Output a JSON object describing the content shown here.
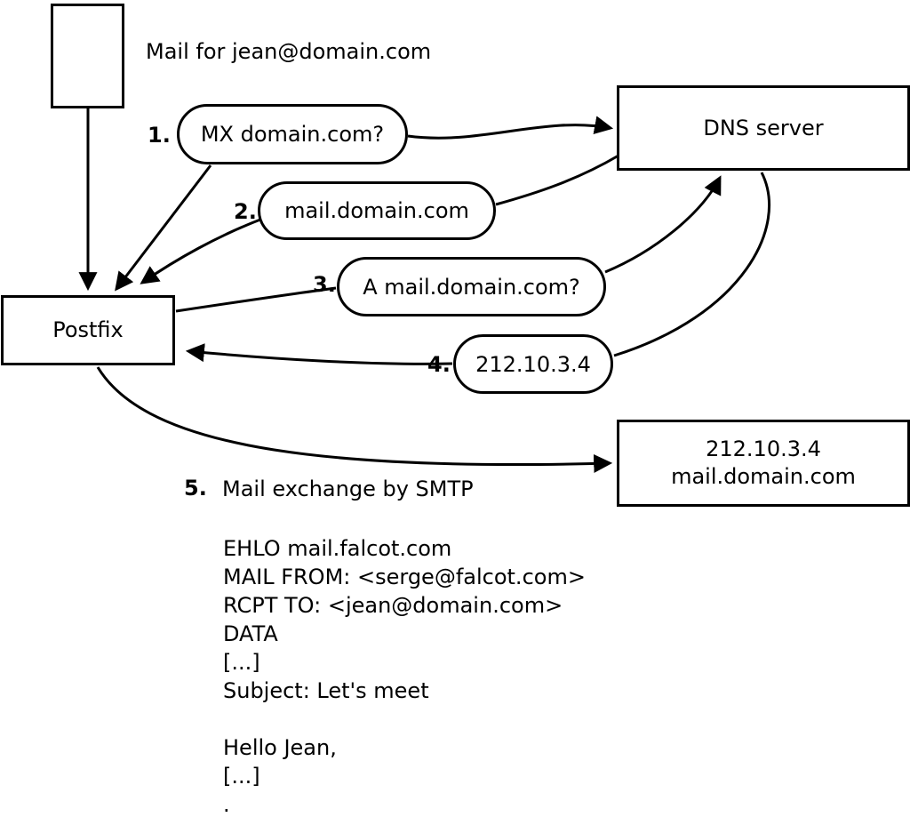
{
  "colors": {
    "line": "#000000",
    "background": "#ffffff"
  },
  "diagram": {
    "mail_note": "Mail for jean@domain.com",
    "postfix_label": "Postfix",
    "dns_label": "DNS server",
    "mail_server": {
      "line1": "212.10.3.4",
      "line2": "mail.domain.com"
    },
    "steps": [
      {
        "num": "1.",
        "label": "MX domain.com?"
      },
      {
        "num": "2.",
        "label": "mail.domain.com"
      },
      {
        "num": "3.",
        "label": "A mail.domain.com?"
      },
      {
        "num": "4.",
        "label": "212.10.3.4"
      }
    ],
    "step5": {
      "num": "5.",
      "label": "Mail exchange by SMTP"
    },
    "smtp_session": [
      "EHLO mail.falcot.com",
      "MAIL FROM: <serge@falcot.com>",
      "RCPT TO: <jean@domain.com>",
      "DATA",
      "[...]",
      "Subject: Let's meet",
      "",
      "Hello Jean,",
      "[...]",
      "."
    ]
  }
}
